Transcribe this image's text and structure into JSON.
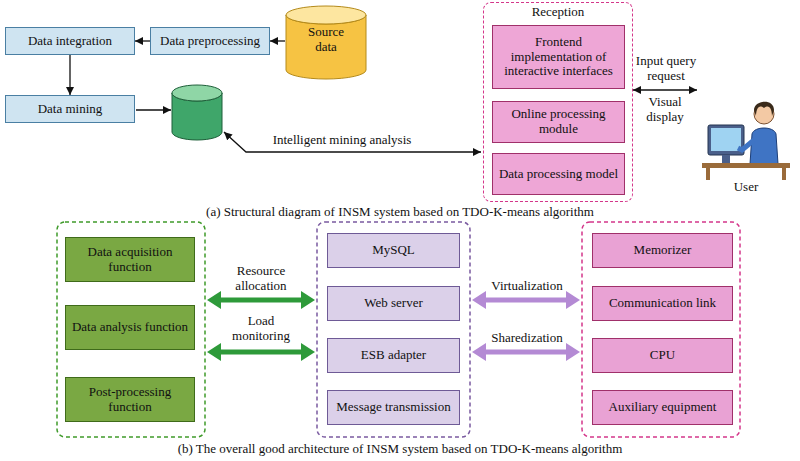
{
  "diagram": {
    "nodes": [
      {
        "text": [
          "Source data"
        ]
      },
      {
        "text": [
          "Data preprocessing"
        ]
      },
      {
        "text": [
          "Data integration"
        ]
      },
      {
        "text": [
          "Data mining"
        ]
      },
      {
        "text": [
          "Reception"
        ]
      },
      {
        "text": [
          "Frontend implementation of interactive interfaces"
        ],
        "in": 4
      },
      {
        "text": [
          "Online processing module"
        ],
        "in": 4
      },
      {
        "text": [
          "Data processing model"
        ],
        "in": 4
      },
      {
        "text": [
          "User"
        ]
      },
      {
        "text": [
          "Data acquisition function"
        ]
      },
      {
        "text": [
          "Data analysis function"
        ]
      },
      {
        "text": [
          "Post-processing function"
        ]
      },
      {
        "text": [
          "MySQL"
        ]
      },
      {
        "text": [
          "Web server"
        ]
      },
      {
        "text": [
          "ESB adapter"
        ]
      },
      {
        "text": [
          "Message transmission"
        ]
      },
      {
        "text": [
          "Memorizer"
        ]
      },
      {
        "text": [
          "Communication link"
        ]
      },
      {
        "text": [
          "CPU"
        ]
      },
      {
        "text": [
          "Auxiliary equipment"
        ]
      }
    ],
    "edges": [
      {
        "from": 0,
        "to": 1,
        "arrow": "to"
      },
      {
        "from": 1,
        "to": 2,
        "arrow": "to"
      },
      {
        "from": 2,
        "to": 3,
        "arrow": "to"
      },
      {
        "from": 4,
        "to": 8,
        "arrow": "both"
      }
    ],
    "labels": [
      "Intelligent mining analysis",
      "Input query request",
      "Visual display",
      "(a) Structural diagram of INSM system based on TDO-K-means algorithm",
      "Resource allocation",
      "Load monitoring",
      "Virtualization",
      "Sharedization",
      "(b) The overall good architecture of INSM system based on TDO-K-means algorithm"
    ]
  }
}
